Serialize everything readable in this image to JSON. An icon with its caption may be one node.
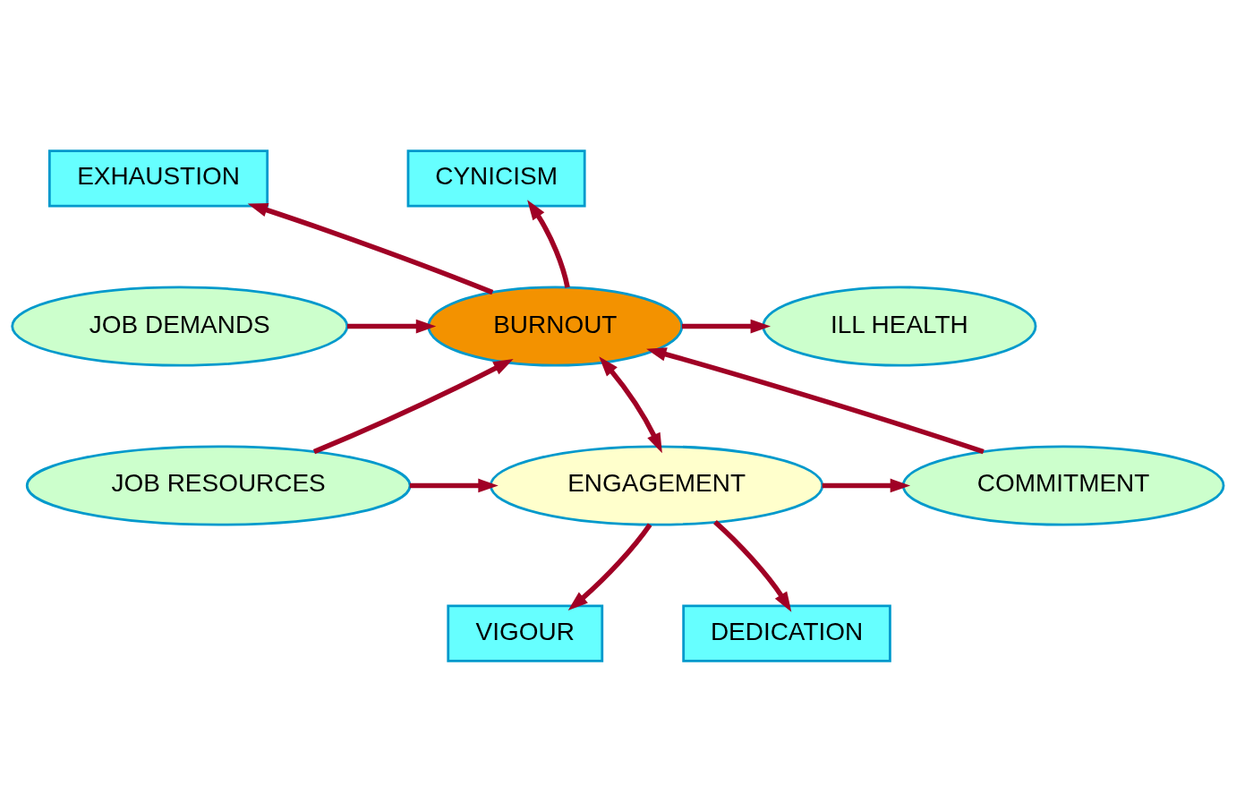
{
  "diagram": {
    "nodes": [
      {
        "text": [
          "EXHAUSTION"
        ]
      },
      {
        "text": [
          "CYNICISM"
        ]
      },
      {
        "text": [
          "JOB DEMANDS"
        ]
      },
      {
        "text": [
          "BURNOUT"
        ]
      },
      {
        "text": [
          "ILL HEALTH"
        ]
      },
      {
        "text": [
          "JOB RESOURCES"
        ]
      },
      {
        "text": [
          "ENGAGEMENT"
        ]
      },
      {
        "text": [
          "COMMITMENT"
        ]
      },
      {
        "text": [
          "VIGOUR"
        ]
      },
      {
        "text": [
          "DEDICATION"
        ]
      }
    ],
    "edges": [
      {
        "from": 3,
        "to": 0,
        "arrow": "to"
      },
      {
        "from": 3,
        "to": 1,
        "arrow": "to"
      },
      {
        "from": 2,
        "to": 3,
        "arrow": "to"
      },
      {
        "from": 3,
        "to": 4,
        "arrow": "to"
      },
      {
        "from": 5,
        "to": 3,
        "arrow": "to"
      },
      {
        "from": 6,
        "to": 3,
        "arrow": "both"
      },
      {
        "from": 7,
        "to": 3,
        "arrow": "to"
      },
      {
        "from": 5,
        "to": 6,
        "arrow": "to"
      },
      {
        "from": 6,
        "to": 7,
        "arrow": "to"
      },
      {
        "from": 6,
        "to": 8,
        "arrow": "to"
      },
      {
        "from": 6,
        "to": 9,
        "arrow": "to"
      }
    ]
  }
}
